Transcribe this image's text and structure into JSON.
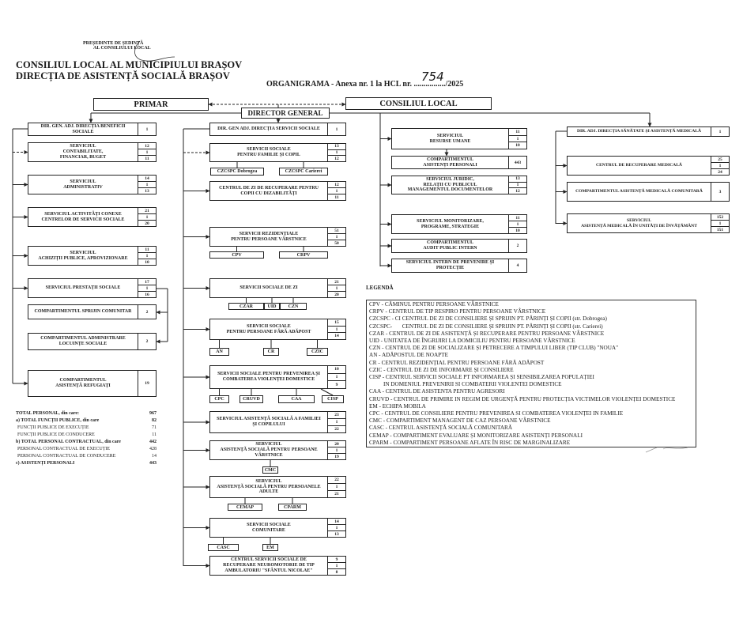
{
  "header": {
    "president_line1": "PREȘEDINTE DE ȘEDINȚĂ",
    "president_line2": "AL CONSILIULUI LOCAL",
    "org_line1": "CONSILIUL LOCAL AL MUNICIPIULUI BRAȘOV",
    "org_line2": "DIRECȚIA DE ASISTENȚĂ SOCIALĂ BRAȘOV",
    "title": "ORGANIGRAMA - Anexa nr. 1 la HCL nr. ................/2025",
    "handwritten_number": "754"
  },
  "top": {
    "primar": "PRIMAR",
    "consiliu": "CONSILIUL LOCAL",
    "director": "DIRECTOR GENERAL"
  },
  "beneficii": [
    {
      "label": "DIR. GEN. ADJ. DIRECȚIA BENEFICII SOCIALE",
      "nums": [
        "1"
      ]
    },
    {
      "label": "SERVICIUL\nCONTABILITATE,\nFINANCIAR, BUGET",
      "nums": [
        "12",
        "1",
        "11"
      ]
    },
    {
      "label": "SERVICIUL\nADMINISTRATIV",
      "nums": [
        "14",
        "1",
        "13"
      ]
    },
    {
      "label": "SERVICIUL ACTIVITĂȚI CONEXE\nCENTRELOR DE SERVICII SOCIALE",
      "nums": [
        "21",
        "1",
        "20"
      ]
    },
    {
      "label": "SERVICIUL\nACHIZIȚII PUBLICE, APROVIZIONARE",
      "nums": [
        "11",
        "1",
        "10"
      ]
    },
    {
      "label": "SERVICIUL PRESTAȚII SOCIALE",
      "nums": [
        "17",
        "1",
        "16"
      ]
    },
    {
      "label": "COMPARTIMENTUL SPRIJIN COMUNITAR",
      "nums": [
        "2"
      ]
    },
    {
      "label": "COMPARTIMENTUL ADMINISTRARE\nLOCUINȚE SOCIALE",
      "nums": [
        "2"
      ]
    },
    {
      "label": "COMPARTIMENTUL\nASISTENȚĂ REFUGIAȚI",
      "nums": [
        "19"
      ]
    }
  ],
  "servicii": [
    {
      "label": "DIR. GEN ADJ. DIRECȚIA SERVICII SOCIALE",
      "nums": [
        "1"
      ],
      "subs": []
    },
    {
      "label": "SERVICII SOCIALE\nPENTRU FAMILIE ȘI COPIL",
      "nums": [
        "13",
        "1",
        "12"
      ],
      "subs": [
        "CZCSPC Dobrogea",
        "CZCSPC Carierei"
      ]
    },
    {
      "label": "CENTRUL DE ZI DE RECUPERARE PENTRU\nCOPII CU DIZABILITĂȚI",
      "nums": [
        "12",
        "1",
        "11"
      ],
      "subs": []
    },
    {
      "label": "SERVICII REZIDENȚIALE\nPENTRU PERSOANE VÂRSTNICE",
      "nums": [
        "51",
        "1",
        "50"
      ],
      "subs": [
        "CPV",
        "CRPV"
      ]
    },
    {
      "label": "SERVICII SOCIALE DE ZI",
      "nums": [
        "21",
        "1",
        "20"
      ],
      "subs": [
        "CZAR",
        "UID",
        "CZN"
      ]
    },
    {
      "label": "SERVICII SOCIALE\nPENTRU PERSOANE FĂRĂ ADĂPOST",
      "nums": [
        "15",
        "1",
        "14"
      ],
      "subs": [
        "AN",
        "CR",
        "CZIC"
      ]
    },
    {
      "label": "SERVICII SOCIALE PENTRU PREVENIREA ȘI\nCOMBATEREA VIOLENȚEI DOMESTICE",
      "nums": [
        "10",
        "1",
        "9"
      ],
      "subs": [
        "CPC",
        "CRUVD",
        "CAA",
        "CISP"
      ]
    },
    {
      "label": "SERVICIUL ASISTENȚĂ SOCIALĂ A FAMILIEI\nȘI COPILULUI",
      "nums": [
        "23",
        "1",
        "22"
      ],
      "subs": []
    },
    {
      "label": "SERVICIUL\nASISTENȚĂ SOCIALĂ PENTRU PERSOANE\nVÂRSTNICE",
      "nums": [
        "20",
        "1",
        "19"
      ],
      "subs": [
        "CMC"
      ]
    },
    {
      "label": "SERVICIUL\nASISTENȚĂ SOCIALĂ PENTRU PERSOANELE\nADULTE",
      "nums": [
        "22",
        "1",
        "21"
      ],
      "subs": [
        "CEMAP",
        "CPARM"
      ]
    },
    {
      "label": "SERVICII SOCIALE\nCOMUNITARE",
      "nums": [
        "14",
        "1",
        "13"
      ],
      "subs": [
        "CASC",
        "EM"
      ]
    },
    {
      "label": "CENTRUL SERVICII SOCIALE DE\nRECUPERARE NEUROMOTORIE DE TIP\nAMBULATORIU \"SFÂNTUL NICOLAE\"",
      "nums": [
        "9",
        "1",
        "8"
      ],
      "subs": []
    }
  ],
  "suport": [
    {
      "label": "SERVICIUL\nRESURSE UMANE",
      "nums": [
        "11",
        "1",
        "10"
      ]
    },
    {
      "label": "COMPARTIMENTUL\nASISTENȚI PERSONALI",
      "nums": [
        "443"
      ]
    },
    {
      "label": "SERVICIUL JURIDIC,\nRELAȚII CU PUBLICUL\nMANAGEMENTUL DOCUMENTELOR",
      "nums": [
        "13",
        "1",
        "12"
      ]
    },
    {
      "label": "SERVICIUL MONITORIZARE,\nPROGRAME, STRATEGIE",
      "nums": [
        "11",
        "1",
        "10"
      ]
    },
    {
      "label": "COMPARTIMENTUL\nAUDIT PUBLIC INTERN",
      "nums": [
        "2"
      ]
    },
    {
      "label": "SERVICIUL INTERN DE PREVENIRE ȘI\nPROTECȚIE",
      "nums": [
        "4"
      ]
    }
  ],
  "sanatate": [
    {
      "label": "DIR. ADJ. DIRECȚIA SĂNĂTATE ȘI ASISTENȚĂ MEDICALĂ",
      "nums": [
        "1"
      ]
    },
    {
      "label": "CENTRUL DE RECUPERARE MEDICALĂ",
      "nums": [
        "25",
        "1",
        "24"
      ]
    },
    {
      "label": "COMPARTIMENTUL ASISTENȚĂ MEDICALĂ COMUNITARĂ",
      "nums": [
        "3"
      ]
    },
    {
      "label": "SERVICIUL\nASISTENȚĂ MEDICALĂ ÎN UNITĂȚI DE ÎNVĂȚĂMÂNT",
      "nums": [
        "152",
        "1",
        "151"
      ]
    }
  ],
  "totals": [
    {
      "label": "TOTAL PERSONAL, din care:",
      "value": "967",
      "bold": true
    },
    {
      "label": "a) TOTAL FUNCȚII PUBLICE, din care",
      "value": "82",
      "bold": true
    },
    {
      "label": "FUNCȚII PUBLICE DE EXECUȚIE",
      "value": "71",
      "bold": false
    },
    {
      "label": "FUNCȚII PUBLICE DE CONDUCERE",
      "value": "11",
      "bold": false
    },
    {
      "label": "b) TOTAL PERSONAL CONTRACTUAL, din care",
      "value": "442",
      "bold": true
    },
    {
      "label": "PERSONAL CONTRACTUAL DE EXECUȚIE",
      "value": "428",
      "bold": false
    },
    {
      "label": "PERSONAL CONTRACTUAL DE CONDUCERE",
      "value": "14",
      "bold": false
    },
    {
      "label": "c) ASISTENȚI PERSONALI",
      "value": "443",
      "bold": true
    }
  ],
  "legend": {
    "title": "LEGENDĂ",
    "items": [
      "CPV - CĂMINUL PENTRU PERSOANE VÂRSTNICE",
      "CRPV - CENTRUL DE TIP RESPIRO PENTRU PERSOANE VÂRSTNICE",
      "CZCSPC - CI CENTRUL DE ZI DE CONSILIERE ȘI SPRIJIN PT. PĂRINȚI ȘI COPII (str. Dobrogea)",
      "CZCSPC-       CENTRUL DE ZI DE CONSILIERE ȘI SPRIJIN PT. PĂRINȚI ȘI COPII (str. Carierei)",
      "CZAR - CENTRUL DE ZI DE ASISTENȚĂ ȘI RECUPERARE PENTRU PERSOANE VÂRSTNICE",
      "UID - UNITATEA DE ÎNGRIJIRI LA DOMICILIU PENTRU PERSOANE VÂRSTNICE",
      "CZN - CENTRUL DE ZI DE SOCIALIZARE ȘI PETRECERE A TIMPULUI LIBER (TIP CLUB) \"NOUA\"",
      "AN - ADĂPOSTUL DE NOAPTE",
      "CR - CENTRUL REZIDENȚIAL PENTRU PERSOANE FĂRĂ ADĂPOST",
      "CZIC - CENTRUL DE ZI DE INFORMARE ȘI CONSILIERE",
      "CISP - CENTRUL SERVICII SOCIALE PT INFORMAREA ȘI SENSIBILZAREA POPULAȚIEI\n          IN DOMENIUL PREVENIRII SI COMBATERII VIOLENTEI DOMESTICE",
      "CAA - CENTRUL DE ASISTENTA PENTRU AGRESORI",
      "CRUVD - CENTRUL DE PRIMIRE IN REGIM DE URGENȚĂ PENTRU PROTECȚIA VICTIMELOR VIOLENȚEI DOMESTICE",
      "EM - ECHIPA MOBILA",
      "CPC - CENTRUL DE CONSILIERE PENTRU PREVENIREA SI COMBATEREA VIOLENȚEI IN FAMILIE",
      "CMC - COMPARTIMENT MANAGENT DE CAZ PERSOANE VÂRSTNICE",
      "CASC - CENTRUL ASISTENȚĂ SOCIALĂ COMUNITARĂ",
      "CEMAP - COMPARTIMENT EVALUARE ȘI MONITORIZARE ASISTENȚI PERSONALI",
      "CPARM - COMPARTIMENT PERSOANE AFLATE ÎN RISC DE MARGINALIZARE"
    ]
  }
}
